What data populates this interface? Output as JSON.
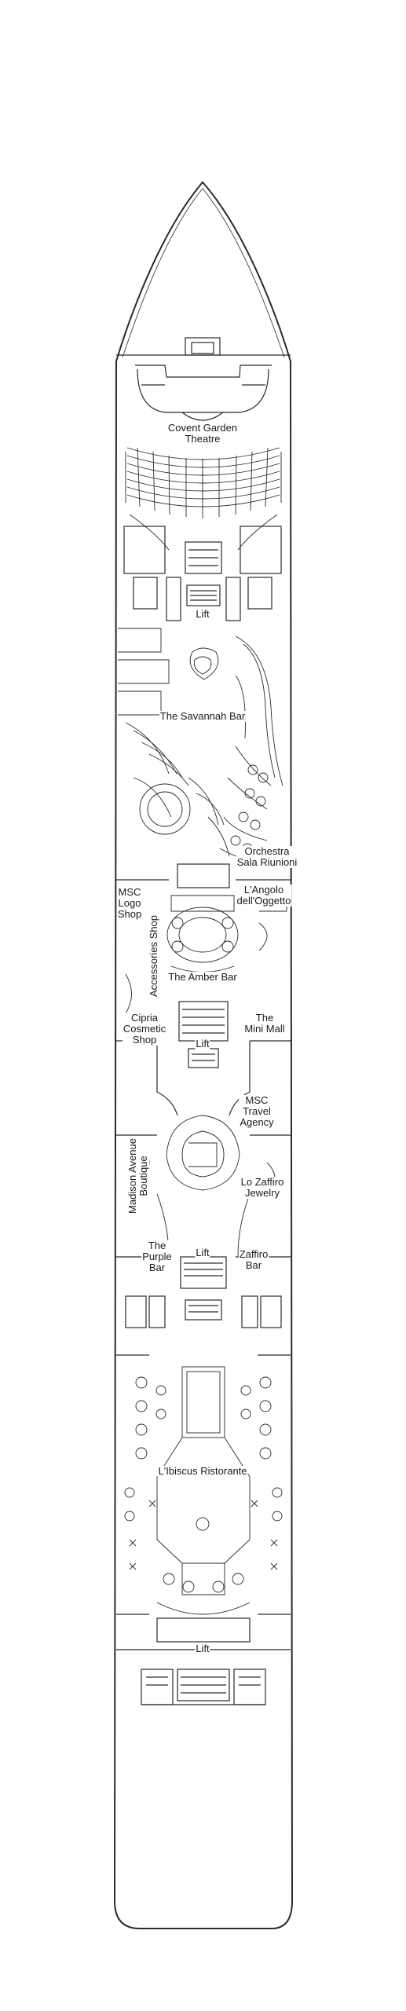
{
  "labels": {
    "theatre": "Covent Garden\nTheatre",
    "lift_1": "Lift",
    "savannah": "The Savannah Bar",
    "orchestra": "Orchestra\nSala Riunioni",
    "angolo": "L'Angolo\ndell'Oggetto",
    "logo_shop": "MSC\nLogo\nShop",
    "accessories": "Accessories Shop",
    "amber": "The Amber Bar",
    "cipria": "Cipria\nCosmetic\nShop",
    "lift_2": "Lift",
    "mini_mall": "The\nMini Mall",
    "travel": "MSC\nTravel\nAgency",
    "madison": "Madison Avenue\nBoutique",
    "zaffiro_jewelry": "Lo Zaffiro\nJewelry",
    "purple": "The\nPurple\nBar",
    "lift_3": "Lift",
    "zaffiro_bar": "Zaffiro\nBar",
    "ibiscus": "L'Ibiscus Ristorante",
    "lift_4": "Lift"
  },
  "colors": {
    "line": "#2a2a2a",
    "background": "#ffffff"
  }
}
